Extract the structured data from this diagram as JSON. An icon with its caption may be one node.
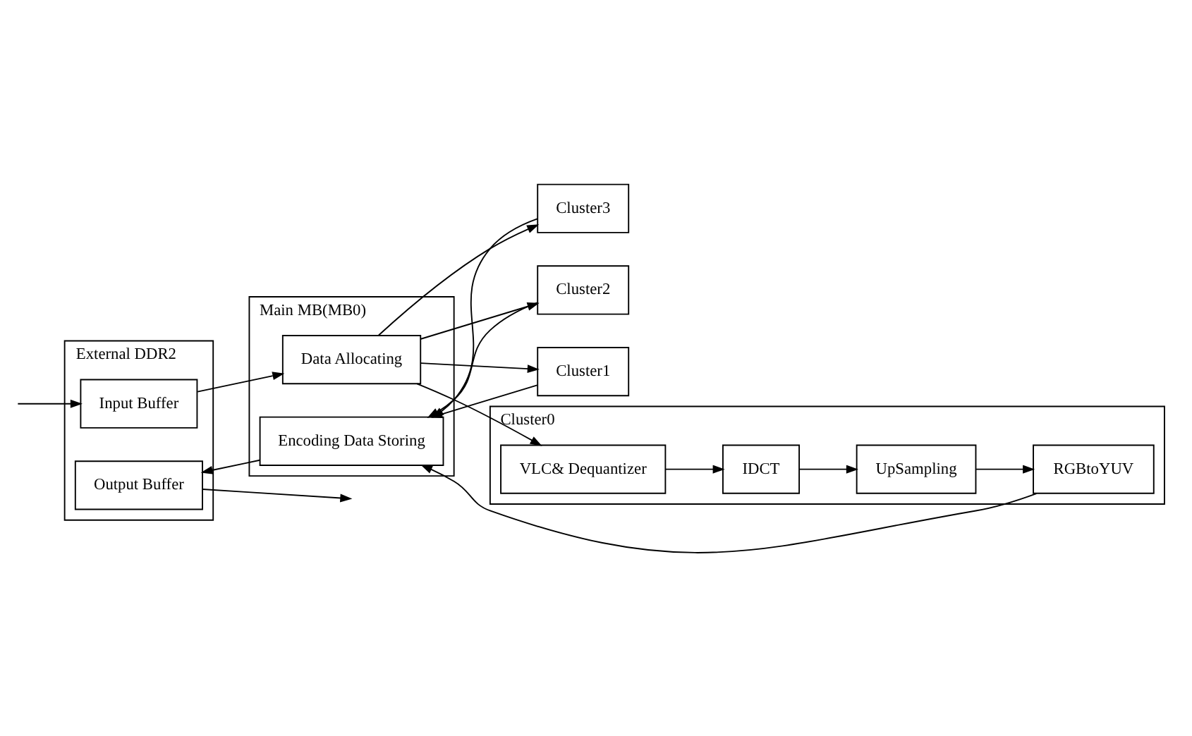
{
  "diagram": {
    "nodes": [
      {
        "text": [
          "External DDR2"
        ]
      },
      {
        "text": [
          "Input Buffer"
        ],
        "in": 0
      },
      {
        "text": [
          "Output Buffer"
        ],
        "in": 0
      },
      {
        "text": [
          "Main MB(MB0)"
        ]
      },
      {
        "text": [
          "Data Allocating"
        ],
        "in": 3
      },
      {
        "text": [
          "Encoding Data Storing"
        ],
        "in": 3
      },
      {
        "text": [
          "Cluster3"
        ]
      },
      {
        "text": [
          "Cluster2"
        ]
      },
      {
        "text": [
          "Cluster1"
        ]
      },
      {
        "text": [
          "Cluster0"
        ]
      },
      {
        "text": [
          "VLC& Dequantizer"
        ],
        "in": 9
      },
      {
        "text": [
          "IDCT"
        ],
        "in": 9
      },
      {
        "text": [
          "UpSampling"
        ],
        "in": 9
      },
      {
        "text": [
          "RGBtoYUV"
        ],
        "in": 9
      }
    ],
    "edges": [
      {
        "from": null,
        "to": 1,
        "arrow": "to"
      },
      {
        "from": 1,
        "to": 4,
        "arrow": "to"
      },
      {
        "from": 4,
        "to": 6,
        "arrow": "to"
      },
      {
        "from": 4,
        "to": 7,
        "arrow": "to"
      },
      {
        "from": 4,
        "to": 8,
        "arrow": "to"
      },
      {
        "from": 4,
        "to": 10,
        "arrow": "to"
      },
      {
        "from": 10,
        "to": 11,
        "arrow": "to"
      },
      {
        "from": 11,
        "to": 12,
        "arrow": "to"
      },
      {
        "from": 12,
        "to": 13,
        "arrow": "to"
      },
      {
        "from": 13,
        "to": 5,
        "arrow": "to"
      },
      {
        "from": 8,
        "to": 5,
        "arrow": "to"
      },
      {
        "from": 7,
        "to": 5,
        "arrow": "to"
      },
      {
        "from": 6,
        "to": 5,
        "arrow": "to"
      },
      {
        "from": 5,
        "to": 2,
        "arrow": "to"
      },
      {
        "from": 2,
        "to": null,
        "arrow": "to"
      }
    ]
  }
}
